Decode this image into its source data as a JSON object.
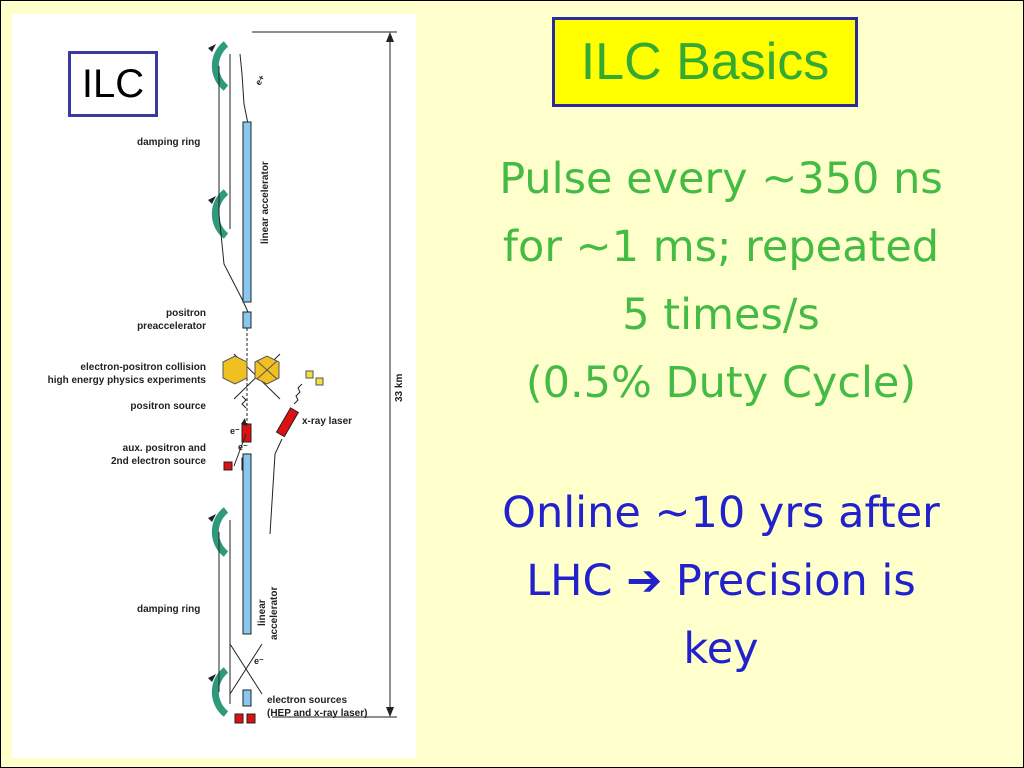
{
  "slide": {
    "title": "ILC Basics",
    "ilc_label": "ILC",
    "green_lines": [
      "Pulse every ~350 ns",
      "for ~1 ms; repeated",
      "5 times/s",
      "(0.5% Duty Cycle)"
    ],
    "blue_lines": [
      "Online ~10 yrs after",
      "LHC",
      "➔",
      " Precision is",
      "key"
    ]
  },
  "diagram": {
    "labels": {
      "damping_ring_top": "damping ring",
      "damping_ring_bottom": "damping ring",
      "linac_top": "linear accelerator",
      "linac_bottom_1": "linear",
      "linac_bottom_2": "accelerator",
      "positron_pre_1": "positron",
      "positron_pre_2": "preaccelerator",
      "collision_1": "electron-positron collision",
      "collision_2": "high energy physics experiments",
      "positron_source": "positron source",
      "aux_1": "aux. positron and",
      "aux_2": "2nd electron source",
      "xray_laser": "x-ray laser",
      "electron_sources_1": "electron sources",
      "electron_sources_2": "(HEP and x-ray laser)",
      "length": "33 km",
      "e_plus": "e+",
      "e_minus_1": "e⁻",
      "e_minus_2": "e⁻",
      "e_minus_3": "e⁻"
    },
    "colors": {
      "linac": "#88c8f0",
      "ring": "#2e9a7a",
      "detector": "#f0c020",
      "source": "#dd1111"
    }
  }
}
